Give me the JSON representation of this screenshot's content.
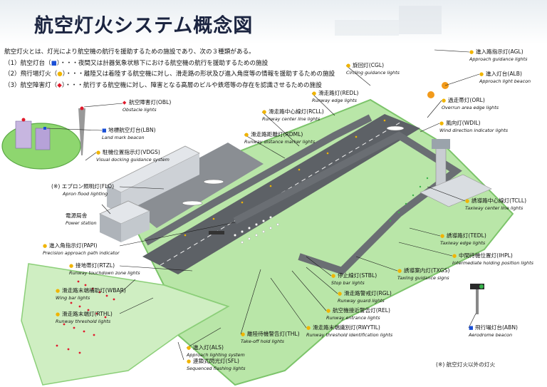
{
  "title": "航空灯火システム概念図",
  "intro": {
    "line1": "航空灯火とは、灯光により航空機の航行を援助するための施設であり、次の３種類がある。",
    "items": [
      {
        "num": "（1）",
        "name": "航空灯台（",
        "mark": "■",
        "rest": "）・・・夜間又は計器気象状態下における航空機の航行を援助するための施設",
        "color": "#1a4fd6"
      },
      {
        "num": "（2）",
        "name": "飛行場灯火（",
        "mark": "●",
        "rest": "）・・・離陸又は着陸する航空機に対し、滑走路の形状及び進入角度等の情報を援助するための施設",
        "color": "#f0b400"
      },
      {
        "num": "（3）",
        "name": "航空障害灯（",
        "mark": "◆",
        "rest": "）・・・航行する航空機に対し、障害となる高層のビルや鉄塔等の存在を認識させるための施設",
        "color": "#e0192b"
      }
    ]
  },
  "labels": [
    {
      "id": "obl",
      "ja": "航空障害灯(OBL)",
      "en": "Obstacle lights",
      "mark": "◆",
      "markColor": "#e0192b"
    },
    {
      "id": "lbn",
      "ja": "地標航空灯台(LBN)",
      "en": "Land mark beacon",
      "mark": "■",
      "markColor": "#1a4fd6"
    },
    {
      "id": "vdgs",
      "ja": "駐機位置指示灯(VDGS)",
      "en": "Visual docking guidance system",
      "mark": "●",
      "markColor": "#f0b400"
    },
    {
      "id": "flo",
      "ja": "(※) エプロン照明灯(FLO)",
      "en": "Apron flood lighting",
      "mark": "",
      "markColor": ""
    },
    {
      "id": "power",
      "ja": "電源局舎",
      "en": "Power station",
      "mark": "",
      "markColor": ""
    },
    {
      "id": "papi",
      "ja": "進入角指示灯(PAPI)",
      "en": "Precision approach path indicator",
      "mark": "●",
      "markColor": "#f0b400"
    },
    {
      "id": "rtzl",
      "ja": "接地帯灯(RTZL)",
      "en": "Runway touchdown zone lights",
      "mark": "●",
      "markColor": "#f0b400"
    },
    {
      "id": "wbar",
      "ja": "滑走路末端補助灯(WBAR)",
      "en": "Wing bar lights",
      "mark": "●",
      "markColor": "#f0b400"
    },
    {
      "id": "rthl",
      "ja": "滑走路末端灯(RTHL)",
      "en": "Runway threshold lights",
      "mark": "●",
      "markColor": "#f0b400"
    },
    {
      "id": "als",
      "ja": "進入灯(ALS)",
      "en": "Approach lighting system",
      "mark": "●",
      "markColor": "#f0b400"
    },
    {
      "id": "sfl",
      "ja": "連鎖式閃光灯(SFL)",
      "en": "Sequenced flashing lights",
      "mark": "●",
      "markColor": "#f0b400"
    },
    {
      "id": "thl",
      "ja": "離陸待機警告灯(THL)",
      "en": "Take-off hold lights",
      "mark": "●",
      "markColor": "#f0b400"
    },
    {
      "id": "cgl",
      "ja": "旋回灯(CGL)",
      "en": "Circling guidance lights",
      "mark": "●",
      "markColor": "#f0b400"
    },
    {
      "id": "redl",
      "ja": "滑走路灯(REDL)",
      "en": "Runway edge lights",
      "mark": "●",
      "markColor": "#f0b400"
    },
    {
      "id": "rcll",
      "ja": "滑走路中心線灯(RCLL)",
      "en": "Runway center line lights",
      "mark": "●",
      "markColor": "#f0b400"
    },
    {
      "id": "rdml",
      "ja": "滑走路距離灯(RDML)",
      "en": "Runway distance marker lights",
      "mark": "●",
      "markColor": "#f0b400"
    },
    {
      "id": "agl",
      "ja": "進入路指示灯(AGL)",
      "en": "Approach guidance lights",
      "mark": "●",
      "markColor": "#f0b400"
    },
    {
      "id": "alb",
      "ja": "進入灯台(ALB)",
      "en": "Approach light beacon",
      "mark": "●",
      "markColor": "#f0b400"
    },
    {
      "id": "orl",
      "ja": "過走帯灯(ORL)",
      "en": "Overrun area edge lights",
      "mark": "●",
      "markColor": "#f0b400"
    },
    {
      "id": "wdil",
      "ja": "風向灯(WDIL)",
      "en": "Wind direction indicator lights",
      "mark": "●",
      "markColor": "#f0b400"
    },
    {
      "id": "tcll",
      "ja": "誘導路中心線灯(TCLL)",
      "en": "Taxiway center line lights",
      "mark": "●",
      "markColor": "#f0b400"
    },
    {
      "id": "tedl",
      "ja": "誘導路灯(TEDL)",
      "en": "Taxiway edge lights",
      "mark": "●",
      "markColor": "#f0b400"
    },
    {
      "id": "ihpl",
      "ja": "中間待機位置灯(IHPL)",
      "en": "Intermediate holding position lights",
      "mark": "●",
      "markColor": "#f0b400"
    },
    {
      "id": "txgs",
      "ja": "誘導案内灯(TXGS)",
      "en": "Taxiing guidance signs",
      "mark": "●",
      "markColor": "#f0b400"
    },
    {
      "id": "stbl",
      "ja": "停止線灯(STBL)",
      "en": "Stop bar lights",
      "mark": "●",
      "markColor": "#f0b400"
    },
    {
      "id": "rgl",
      "ja": "滑走路警戒灯(RGL)",
      "en": "Runway guard lights",
      "mark": "●",
      "markColor": "#f0b400"
    },
    {
      "id": "rel",
      "ja": "航空機接近警告灯(REL)",
      "en": "Runway entrance lights",
      "mark": "●",
      "markColor": "#f0b400"
    },
    {
      "id": "rwytil",
      "ja": "滑走路末端識別灯(RWYTIL)",
      "en": "Runway threshold identification lights",
      "mark": "●",
      "markColor": "#f0b400"
    },
    {
      "id": "abn",
      "ja": "飛行場灯台(ABN)",
      "en": "Aerodrome beacon",
      "mark": "■",
      "markColor": "#1a4fd6"
    }
  ],
  "footnote": "(※) 航空灯火以外の灯火",
  "colors": {
    "grass": "#b9e6a8",
    "grassEdge": "#7cc46a",
    "pavement": "#5d6166",
    "taxiway": "#6a6e73",
    "building": "#c9cdd2",
    "leader": "#1a1a1a"
  }
}
